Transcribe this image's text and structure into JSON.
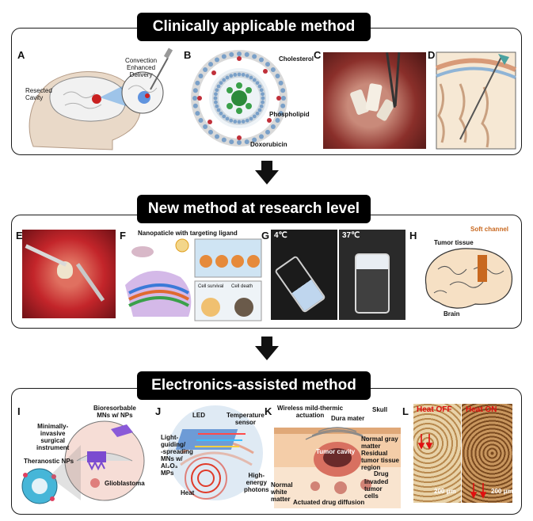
{
  "sections": [
    {
      "title": "Clinically applicable method"
    },
    {
      "title": "New method at research level"
    },
    {
      "title": "Electronics-assisted method"
    }
  ],
  "panels": {
    "A": {
      "letter": "A",
      "labels": {
        "ced": "Convection\nEnhanced\nDelivery",
        "cavity": "Resected\nCavity"
      }
    },
    "B": {
      "letter": "B",
      "labels": {
        "cholesterol": "Cholesterol",
        "phospholipid": "Phospholipid",
        "doxorubicin": "Doxorubicin"
      }
    },
    "C": {
      "letter": "C"
    },
    "D": {
      "letter": "D"
    },
    "E": {
      "letter": "E"
    },
    "F": {
      "letter": "F",
      "labels": {
        "title": "Nanopaticle with targeting ligand",
        "cell_survival": "Cell survival",
        "cell_death": "Cell death"
      }
    },
    "G": {
      "letter": "G",
      "labels": {
        "cold": "4℃",
        "warm": "37℃"
      }
    },
    "H": {
      "letter": "H",
      "labels": {
        "soft_channel": "Soft channel",
        "tumor_tissue": "Tumor tissue",
        "brain": "Brain"
      }
    },
    "I": {
      "letter": "I",
      "labels": {
        "mns": "Bioresorbable\nMNs w/ NPs",
        "instrument": "Minimally-\ninvasive\nsurgical\ninstrument",
        "theranostic": "Theranostic NPs",
        "glioblastoma": "Glioblastoma"
      }
    },
    "J": {
      "letter": "J",
      "labels": {
        "led": "LED",
        "temp": "Temperature\nsensor",
        "light": "Light-\nguiding/\n-spreading\nMNs w/\nAl₂O₃\nMPs",
        "heat": "Heat",
        "photons": "High-\nenergy\nphotons"
      }
    },
    "K": {
      "letter": "K",
      "labels": {
        "wireless": "Wireless mild-thermic\nactuation",
        "skull": "Skull",
        "dura": "Dura mater",
        "gray": "Normal gray\nmatter",
        "cavity": "Tumor cavity",
        "residual": "Residual\ntumor tissue\nregion",
        "drug": "Drug",
        "invaded": "Invaded\ntumor\ncells",
        "white": "Normal\nwhite\nmatter",
        "diffusion": "Actuated drug diffusion"
      }
    },
    "L": {
      "letter": "L",
      "labels": {
        "off": "Heat OFF",
        "on": "Heat ON",
        "scale1": "200 μm",
        "scale2": "200 μm"
      }
    }
  },
  "colors": {
    "banner_bg": "#000000",
    "banner_fg": "#ffffff",
    "heat_label": "#e01010",
    "soft_channel": "#c8681f"
  }
}
